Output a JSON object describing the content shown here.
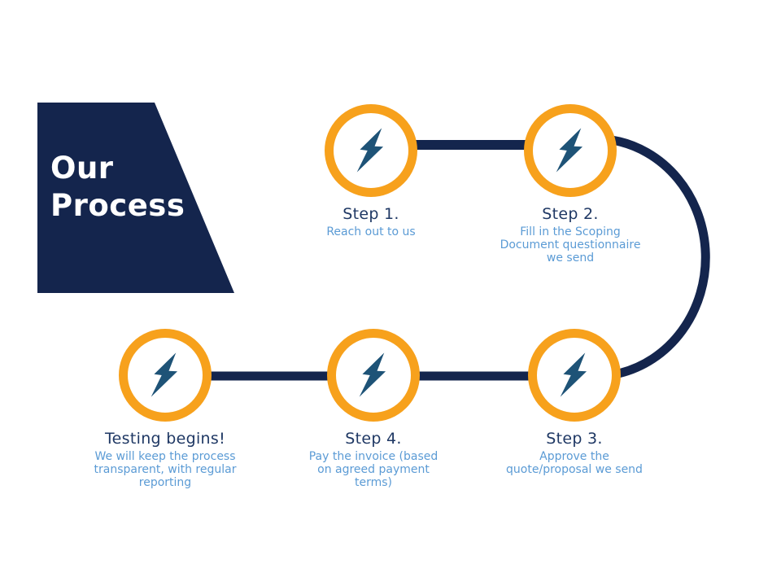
{
  "slide": {
    "title": "Our\nProcess"
  },
  "colors": {
    "navy": "#14254D",
    "orange": "#F7A11C",
    "bolt": "#1E5377",
    "label": "#1F3864",
    "desc": "#5B9BD5"
  },
  "icons": {
    "node_icon": "lightning-bolt-icon"
  },
  "steps": [
    {
      "label": "Step 1.",
      "description": "Reach out to us"
    },
    {
      "label": "Step 2.",
      "description": "Fill in the Scoping\nDocument questionnaire\nwe send"
    },
    {
      "label": "Step 3.",
      "description": "Approve the\nquote/proposal we send"
    },
    {
      "label": "Step 4.",
      "description": "Pay the invoice (based\non agreed payment\nterms)"
    },
    {
      "label": "Testing begins!",
      "description": "We will keep the process\ntransparent, with regular\nreporting"
    }
  ]
}
